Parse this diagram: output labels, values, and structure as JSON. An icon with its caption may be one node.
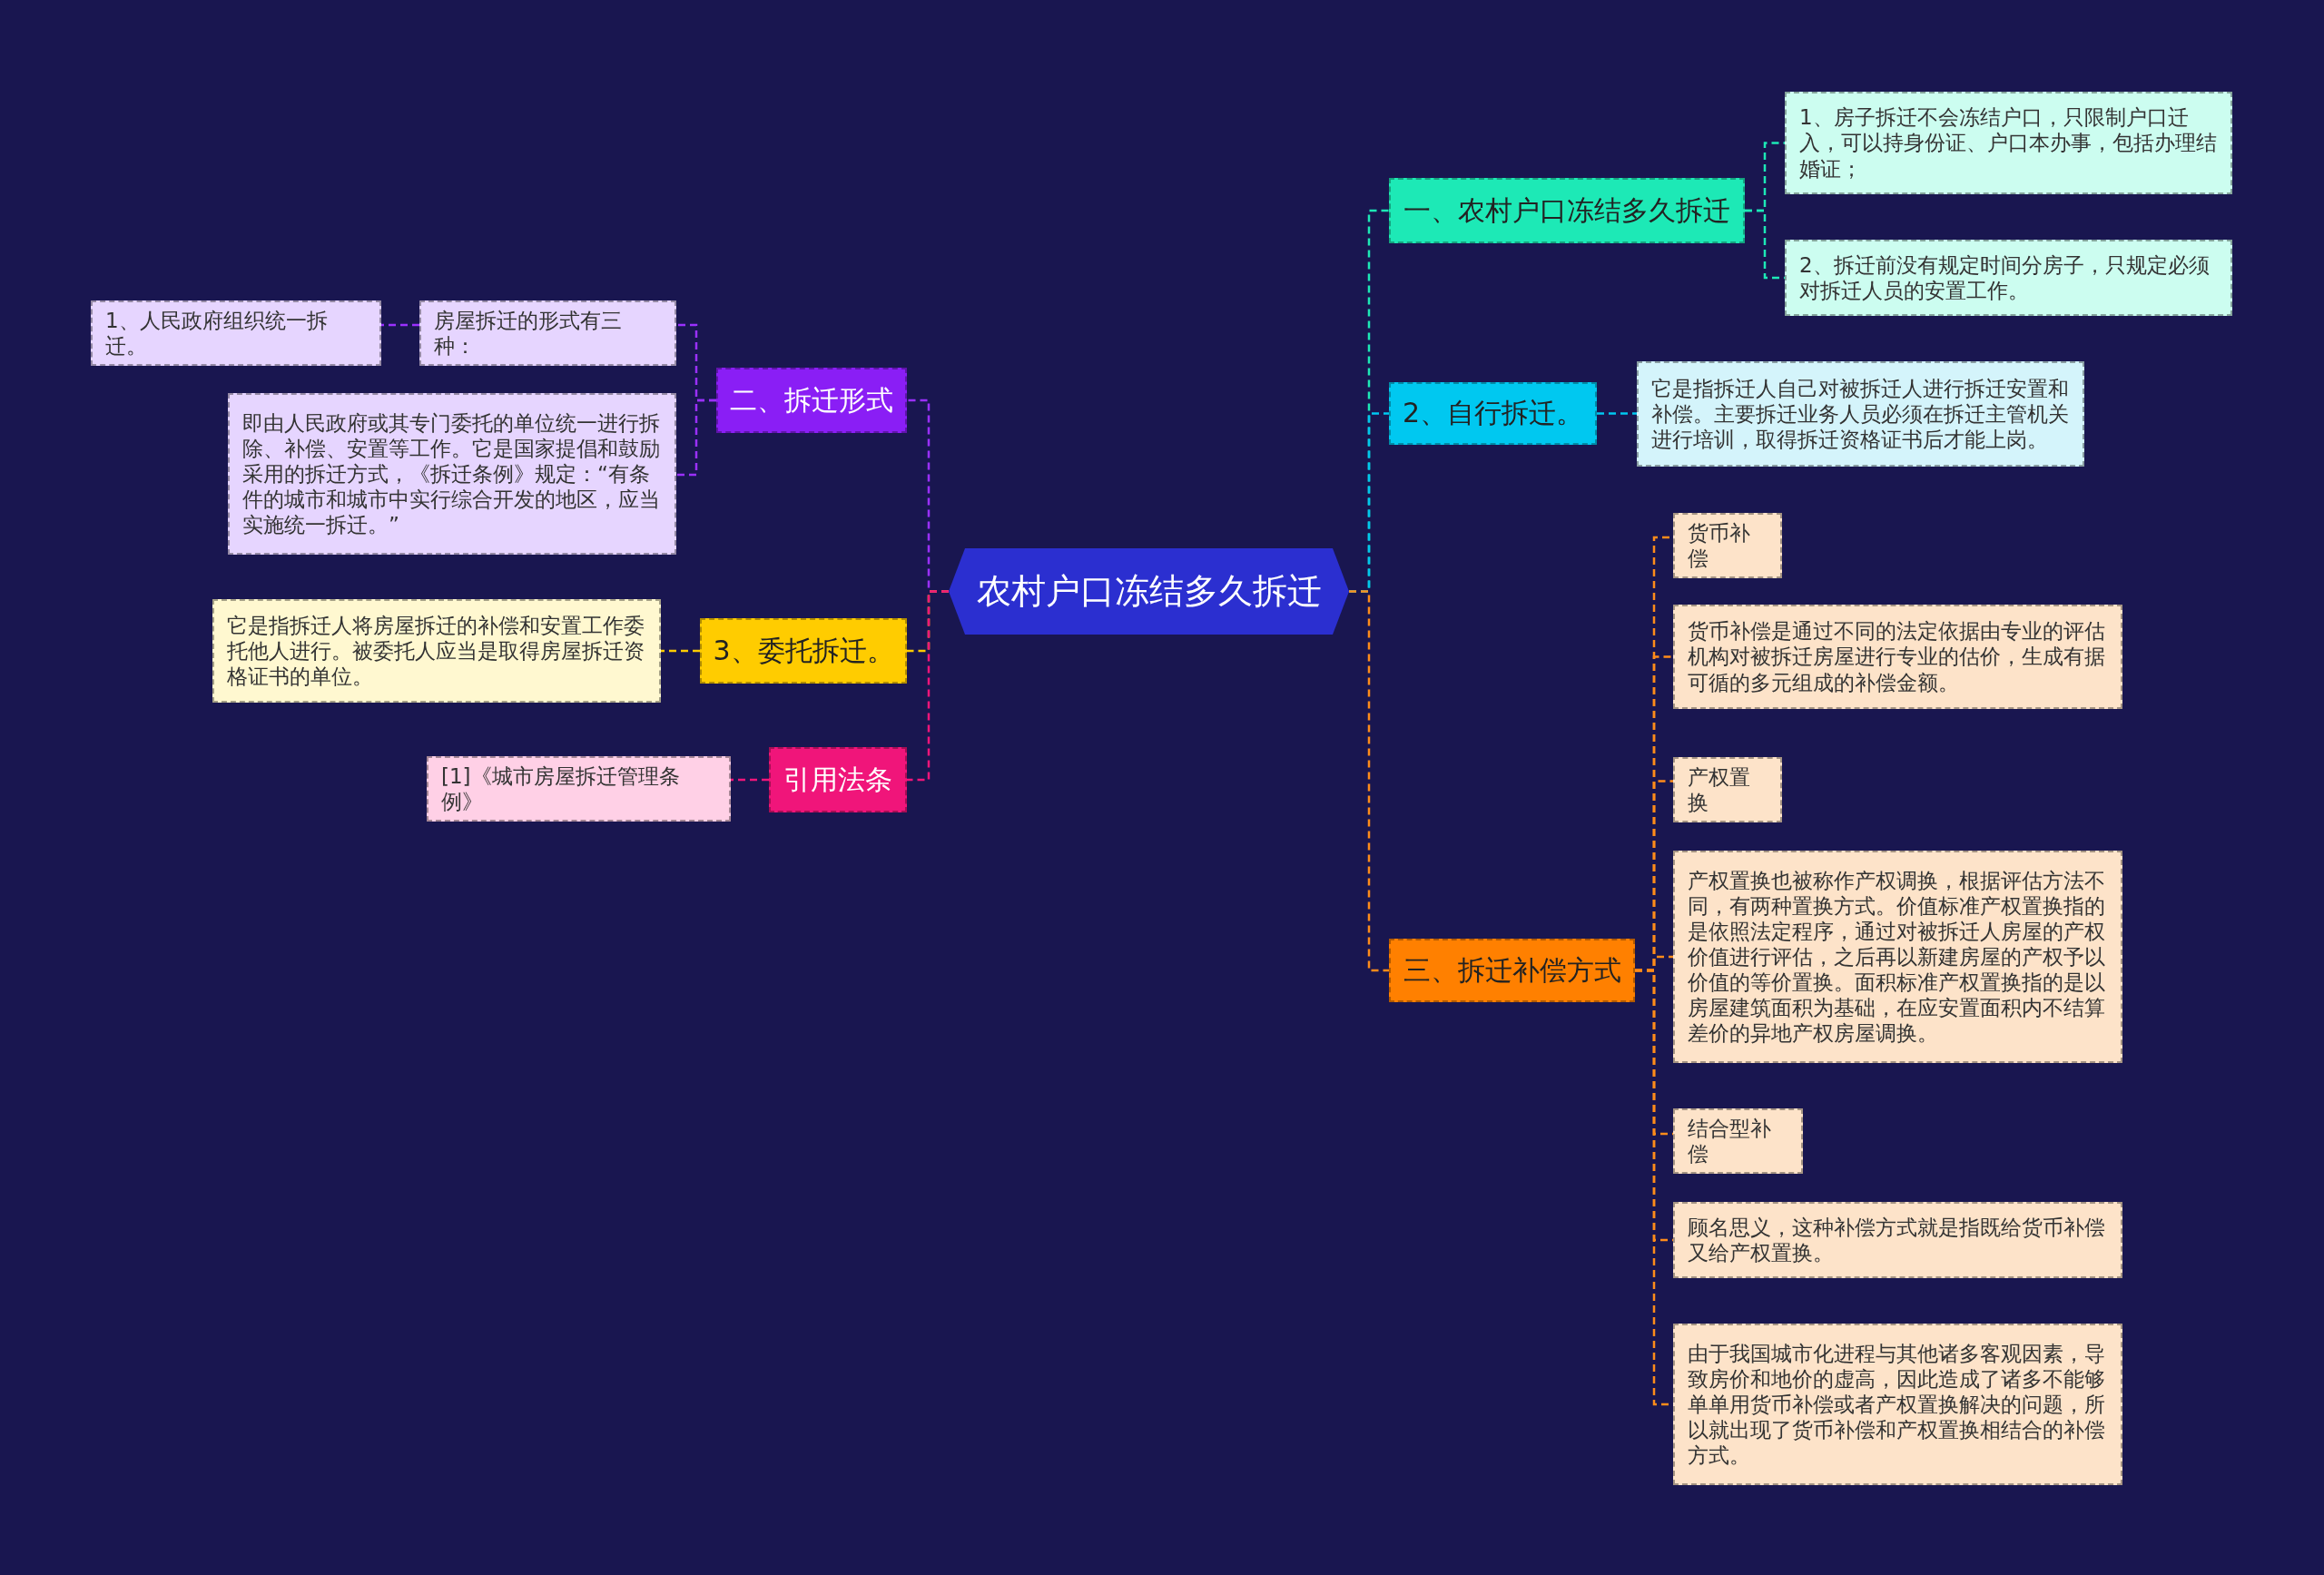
{
  "diagram": {
    "nodes": [
      {
        "text": [
          "农村户口冻结多久拆迁"
        ]
      },
      {
        "text": [
          "一、农村户口冻结多久拆迁"
        ]
      },
      {
        "text": [
          "1、房子拆迁不会冻结户口，只限制户口迁入，可以持身份证、户口本办事，包括办理结婚证；"
        ]
      },
      {
        "text": [
          "2、拆迁前没有规定时间分房子，只规定必须对拆迁人员的安置工作。"
        ]
      },
      {
        "text": [
          "2、自行拆迁。"
        ]
      },
      {
        "text": [
          "它是指拆迁人自己对被拆迁人进行拆迁安置和补偿。主要拆迁业务人员必须在拆迁主管机关进行培训，取得拆迁资格证书后才能上岗。"
        ]
      },
      {
        "text": [
          "三、拆迁补偿方式"
        ]
      },
      {
        "text": [
          "货币补偿"
        ]
      },
      {
        "text": [
          "货币补偿是通过不同的法定依据由专业的评估机构对被拆迁房屋进行专业的估价，生成有据可循的多元组成的补偿金额。"
        ]
      },
      {
        "text": [
          "产权置换"
        ]
      },
      {
        "text": [
          "产权置换也被称作产权调换，根据评估方法不同，有两种置换方式。价值标准产权置换指的是依照法定程序，通过对被拆迁人房屋的产权价值进行评估，之后再以新建房屋的产权予以价值的等价置换。面积标准产权置换指的是以房屋建筑面积为基础，在应安置面积内不结算差价的异地产权房屋调换。"
        ]
      },
      {
        "text": [
          "结合型补偿"
        ]
      },
      {
        "text": [
          "顾名思义，这种补偿方式就是指既给货币补偿又给产权置换。"
        ]
      },
      {
        "text": [
          "由于我国城市化进程与其他诸多客观因素，导致房价和地价的虚高，因此造成了诸多不能够单单用货币补偿或者产权置换解决的问题，所以就出现了货币补偿和产权置换相结合的补偿方式。"
        ]
      },
      {
        "text": [
          "二、拆迁形式"
        ]
      },
      {
        "text": [
          "房屋拆迁的形式有三种："
        ]
      },
      {
        "text": [
          "1、人民政府组织统一拆迁。"
        ]
      },
      {
        "text": [
          "即由人民政府或其专门委托的单位统一进行拆除、补偿、安置等工作。它是国家提倡和鼓励采用的拆迁方式，《拆迁条例》规定：“有条件的城市和城市中实行综合开发的地区，应当实施统一拆迁。”"
        ]
      },
      {
        "text": [
          "3、委托拆迁。"
        ]
      },
      {
        "text": [
          "它是指拆迁人将房屋拆迁的补偿和安置工作委托他人进行。被委托人应当是取得房屋拆迁资格证书的单位。"
        ]
      },
      {
        "text": [
          "引用法条"
        ]
      },
      {
        "text": [
          "[1]《城市房屋拆迁管理条例》"
        ]
      }
    ],
    "edges": [
      {
        "from": 0,
        "to": 1,
        "arrow": "none",
        "color": "#1de9b6"
      },
      {
        "from": 1,
        "to": 2,
        "arrow": "none",
        "color": "#1de9b6"
      },
      {
        "from": 1,
        "to": 3,
        "arrow": "none",
        "color": "#1de9b6"
      },
      {
        "from": 0,
        "to": 4,
        "arrow": "none",
        "color": "#00c8f0"
      },
      {
        "from": 4,
        "to": 5,
        "arrow": "none",
        "color": "#00c8f0"
      },
      {
        "from": 0,
        "to": 6,
        "arrow": "none"
      },
      {
        "from": 6,
        "to": 7,
        "arrow": "none"
      },
      {
        "from": 6,
        "to": 8,
        "arrow": "none"
      },
      {
        "from": 6,
        "to": 9,
        "arrow": "none"
      },
      {
        "from": 6,
        "to": 10,
        "arrow": "none"
      },
      {
        "from": 6,
        "to": 11,
        "arrow": "none"
      },
      {
        "from": 6,
        "to": 12,
        "arrow": "none"
      },
      {
        "from": 6,
        "to": 13,
        "arrow": "none"
      },
      {
        "from": 0,
        "to": 14,
        "arrow": "none",
        "color": "#9b30ff"
      },
      {
        "from": 14,
        "to": 15,
        "arrow": "none",
        "color": "#9b30ff"
      },
      {
        "from": 15,
        "to": 16,
        "arrow": "none",
        "color": "#9b30ff"
      },
      {
        "from": 14,
        "to": 17,
        "arrow": "none",
        "color": "#9b30ff"
      },
      {
        "from": 0,
        "to": 18,
        "arrow": "none",
        "color": "#ffcc00"
      },
      {
        "from": 18,
        "to": 19,
        "arrow": "none",
        "color": "#ffcc00"
      },
      {
        "from": 0,
        "to": 20,
        "arrow": "none",
        "color": "#f0157a"
      },
      {
        "from": 20,
        "to": 21,
        "arrow": "none",
        "color": "#f0157a"
      }
    ]
  }
}
